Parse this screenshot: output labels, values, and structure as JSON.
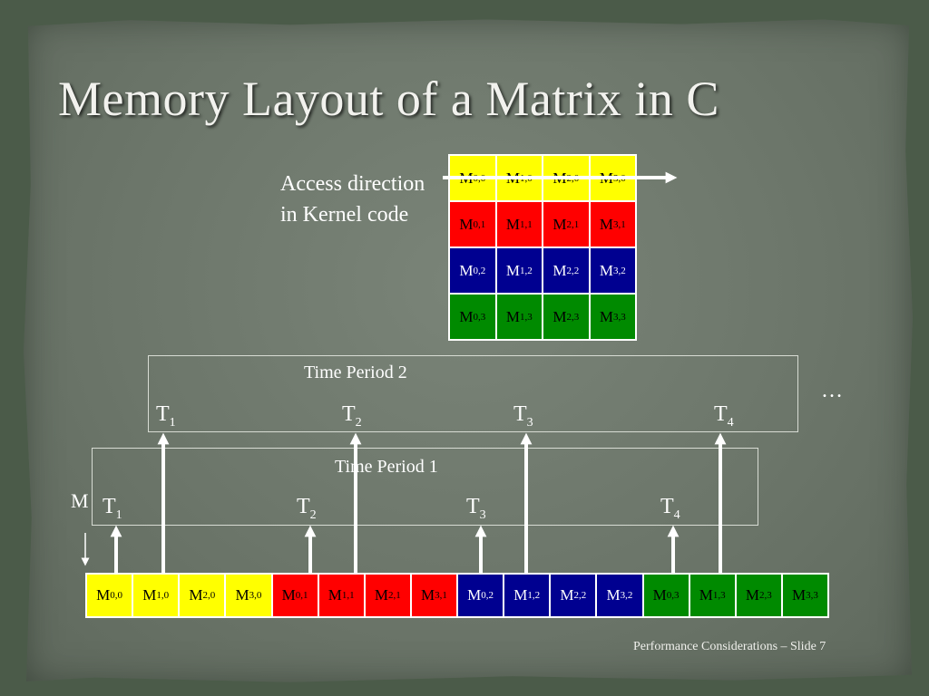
{
  "title": "Memory Layout of a Matrix in C",
  "access_label": "Access direction in Kernel code",
  "matrix": [
    [
      {
        "b": "M",
        "s": "0,0",
        "color": "yellow"
      },
      {
        "b": "M",
        "s": "1,0",
        "color": "yellow"
      },
      {
        "b": "M",
        "s": "2,0",
        "color": "yellow"
      },
      {
        "b": "M",
        "s": "3,0",
        "color": "yellow"
      }
    ],
    [
      {
        "b": "M",
        "s": "0,1",
        "color": "red"
      },
      {
        "b": "M",
        "s": "1,1",
        "color": "red"
      },
      {
        "b": "M",
        "s": "2,1",
        "color": "red"
      },
      {
        "b": "M",
        "s": "3,1",
        "color": "red"
      }
    ],
    [
      {
        "b": "M",
        "s": "0,2",
        "color": "blue"
      },
      {
        "b": "M",
        "s": "1,2",
        "color": "blue"
      },
      {
        "b": "M",
        "s": "2,2",
        "color": "blue"
      },
      {
        "b": "M",
        "s": "3,2",
        "color": "blue"
      }
    ],
    [
      {
        "b": "M",
        "s": "0,3",
        "color": "green"
      },
      {
        "b": "M",
        "s": "1,3",
        "color": "green"
      },
      {
        "b": "M",
        "s": "2,3",
        "color": "green"
      },
      {
        "b": "M",
        "s": "3,3",
        "color": "green"
      }
    ]
  ],
  "flat_row": [
    {
      "b": "M",
      "s": "0,0",
      "color": "yellow"
    },
    {
      "b": "M",
      "s": "1,0",
      "color": "yellow"
    },
    {
      "b": "M",
      "s": "2,0",
      "color": "yellow"
    },
    {
      "b": "M",
      "s": "3,0",
      "color": "yellow"
    },
    {
      "b": "M",
      "s": "0,1",
      "color": "red"
    },
    {
      "b": "M",
      "s": "1,1",
      "color": "red"
    },
    {
      "b": "M",
      "s": "2,1",
      "color": "red"
    },
    {
      "b": "M",
      "s": "3,1",
      "color": "red"
    },
    {
      "b": "M",
      "s": "0,2",
      "color": "blue"
    },
    {
      "b": "M",
      "s": "1,2",
      "color": "blue"
    },
    {
      "b": "M",
      "s": "2,2",
      "color": "blue"
    },
    {
      "b": "M",
      "s": "3,2",
      "color": "blue"
    },
    {
      "b": "M",
      "s": "0,3",
      "color": "green"
    },
    {
      "b": "M",
      "s": "1,3",
      "color": "green"
    },
    {
      "b": "M",
      "s": "2,3",
      "color": "green"
    },
    {
      "b": "M",
      "s": "3,3",
      "color": "green"
    }
  ],
  "time_period_2": {
    "label": "Time Period 2",
    "threads": [
      {
        "b": "T",
        "s": "1"
      },
      {
        "b": "T",
        "s": "2"
      },
      {
        "b": "T",
        "s": "3"
      },
      {
        "b": "T",
        "s": "4"
      }
    ]
  },
  "time_period_1": {
    "label": "Time Period 1",
    "threads": [
      {
        "b": "T",
        "s": "1"
      },
      {
        "b": "T",
        "s": "2"
      },
      {
        "b": "T",
        "s": "3"
      },
      {
        "b": "T",
        "s": "4"
      }
    ]
  },
  "ellipsis": "…",
  "m_label": "M",
  "footer": "Performance Considerations – Slide 7",
  "colors": {
    "yellow": "#ffff00",
    "red": "#ff0000",
    "blue": "#000090",
    "green": "#008a00",
    "arrow": "#ffffff"
  }
}
